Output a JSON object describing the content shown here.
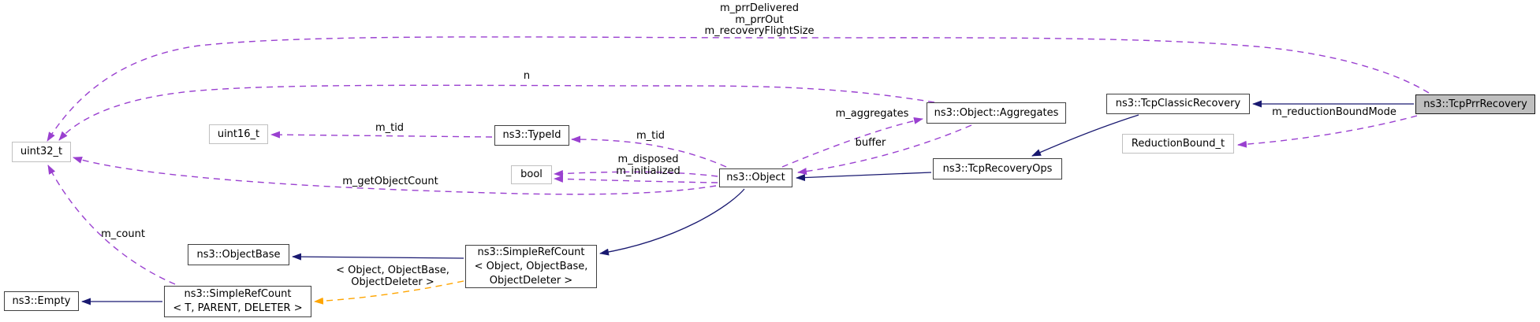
{
  "colors": {
    "usage": "#9A40D0",
    "inheritance": "#191970",
    "template_instance": "#FFA500",
    "selected_node_fill": "#BFBFBF",
    "node_border": "#404040",
    "plain_type_border": "#C0C0C0",
    "text": "#000000",
    "background": "#FFFFFF"
  },
  "nodes": {
    "uint32": "uint32_t",
    "uint16": "uint16_t",
    "typeid": "ns3::TypeId",
    "bool": "bool",
    "object": "ns3::Object",
    "aggregates": "ns3::Object::Aggregates",
    "tcp_recovery_ops": "ns3::TcpRecoveryOps",
    "tcp_classic_recovery": "ns3::TcpClassicRecovery",
    "tcp_prr_recovery": "ns3::TcpPrrRecovery",
    "reduction_bound": "ReductionBound_t",
    "object_base": "ns3::ObjectBase",
    "simple_ref_count_object": "ns3::SimpleRefCount\n< Object, ObjectBase,\nObjectDeleter >",
    "simple_ref_count_template": "ns3::SimpleRefCount\n< T, PARENT, DELETER >",
    "empty": "ns3::Empty"
  },
  "edge_labels": {
    "prr": "m_prrDelivered\nm_prrOut\nm_recoveryFlightSize",
    "n": "n",
    "tid_typeid_uint16": "m_tid",
    "tid_object_typeid": "m_tid",
    "disposed_initialized": "m_disposed\nm_initialized",
    "get_object_count": "m_getObjectCount",
    "aggregates": "m_aggregates",
    "buffer": "buffer",
    "reduction_bound_mode": "m_reductionBoundMode",
    "count": "m_count",
    "template_args": "< Object, ObjectBase,\nObjectDeleter >"
  }
}
